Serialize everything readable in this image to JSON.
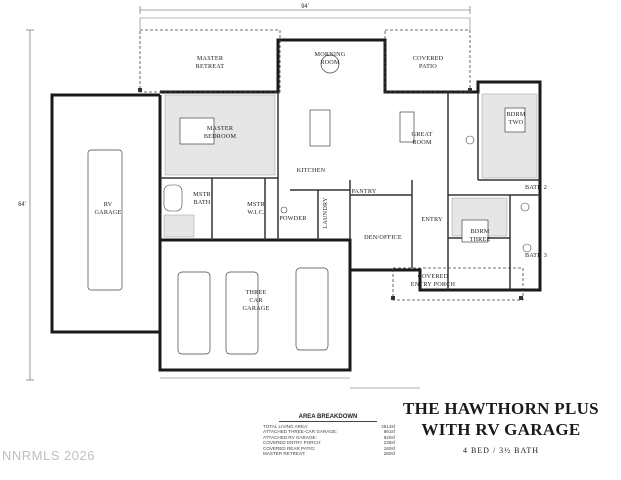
{
  "dimensions": {
    "width_label": "94'",
    "depth_label": "64'"
  },
  "rooms": {
    "master_retreat": [
      "MASTER",
      "RETREAT"
    ],
    "morning_room": [
      "MORNING",
      "ROOM"
    ],
    "covered_patio": [
      "COVERED",
      "PATIO"
    ],
    "master_bedroom": [
      "MASTER",
      "BEDROOM"
    ],
    "great_room": [
      "GREAT",
      "ROOM"
    ],
    "bdrm_two": [
      "BDRM",
      "TWO"
    ],
    "kitchen": "KITCHEN",
    "pantry": "PANTRY",
    "bath_2": "BATH 2",
    "mstr_bath": [
      "MSTR",
      "BATH"
    ],
    "mstr_wic": [
      "MSTR",
      "W.I.C."
    ],
    "powder": "POWDER",
    "laundry": "LAUNDRY",
    "entry": "ENTRY",
    "den_office": "DEN/OFFICE",
    "bdrm_three": [
      "BDRM",
      "THREE"
    ],
    "bath_3": "BATH 3",
    "rv_garage": [
      "RV",
      "GARAGE"
    ],
    "three_car_garage": [
      "THREE",
      "CAR",
      "GARAGE"
    ],
    "covered_entry_porch": [
      "COVERED",
      "ENTRY PORCH"
    ]
  },
  "title": {
    "line1": "THE HAWTHORN PLUS",
    "line2": "WITH RV GARAGE",
    "subtitle": "4 BED / 3½ BATH"
  },
  "area_breakdown": {
    "heading": "AREA BREAKDOWN",
    "rows": [
      {
        "label": "TOTAL LIVING AREA:",
        "value": "2514sf"
      },
      {
        "label": "ATTACHED THREE-CAR GARAGE:",
        "value": "861sf"
      },
      {
        "label": "ATTACHED RV GARAGE:",
        "value": "920sf"
      },
      {
        "label": "COVERED ENTRY PORCH:",
        "value": "236sf"
      },
      {
        "label": "COVERED REAR PATIO:",
        "value": "160sf"
      },
      {
        "label": "MASTER RETREAT:",
        "value": "280sf"
      }
    ]
  },
  "watermark": "NNRMLS 2026"
}
